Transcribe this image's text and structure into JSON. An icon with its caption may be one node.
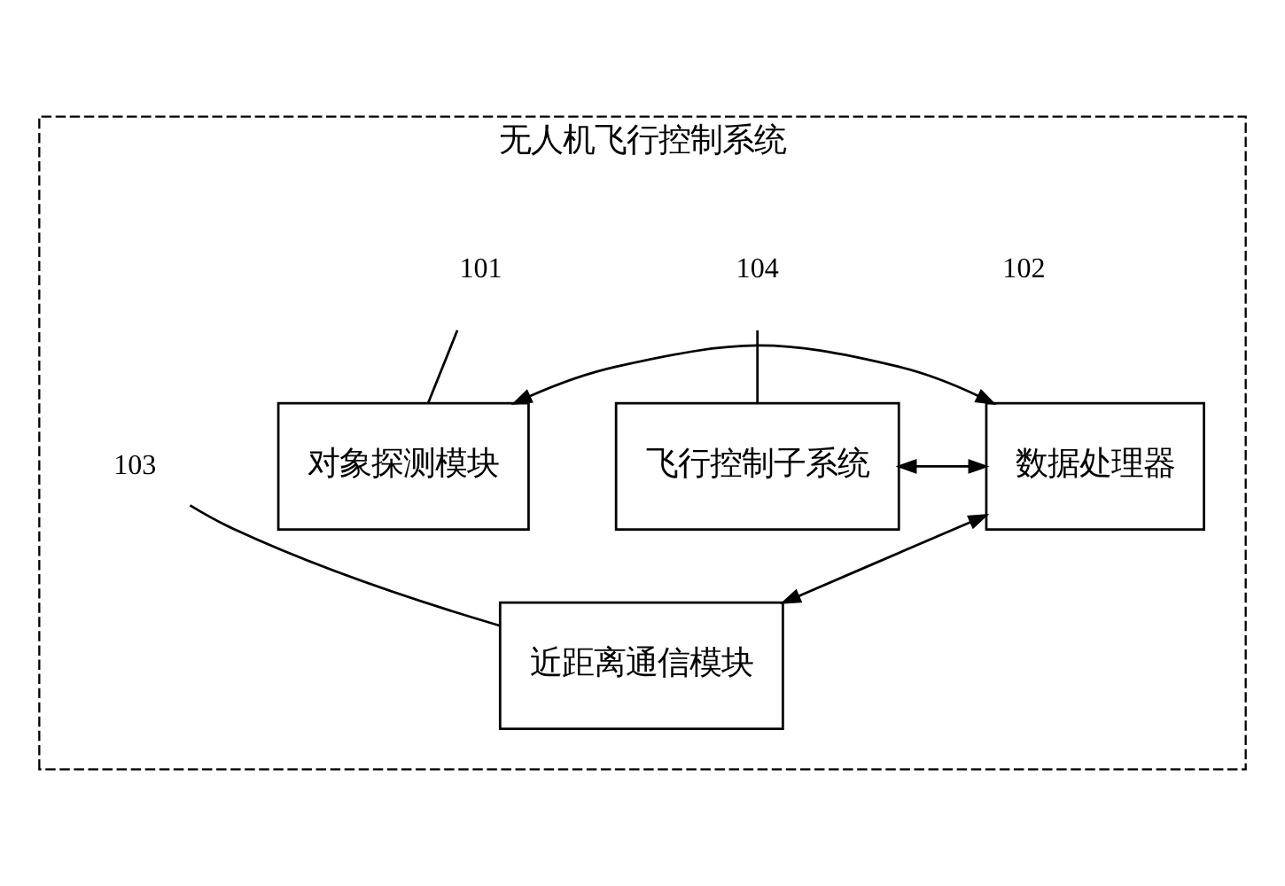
{
  "diagram": {
    "nodes": [
      {
        "text": [
          "无人机飞行控制系统"
        ]
      },
      {
        "text": [
          "101"
        ],
        "in": 0
      },
      {
        "text": [
          "对象探测模块"
        ],
        "in": 0
      },
      {
        "text": [
          "104"
        ],
        "in": 0
      },
      {
        "text": [
          "数据处理器"
        ],
        "in": 0
      },
      {
        "text": [
          "飞行控制子系统"
        ],
        "in": 0
      },
      {
        "text": [
          "103"
        ],
        "in": 0
      },
      {
        "text": [
          "近距离通信模块"
        ],
        "in": 0
      }
    ],
    "edges": [
      {
        "from": 1,
        "to": 2,
        "arrow": "none"
      },
      {
        "from": 3,
        "to": 5,
        "arrow": "none"
      },
      {
        "from": 6,
        "to": 7,
        "arrow": "none"
      },
      {
        "from": 2,
        "to": 4,
        "arrow": "both"
      },
      {
        "from": 4,
        "to": 5,
        "arrow": "both"
      },
      {
        "from": 4,
        "to": 7,
        "arrow": "both"
      }
    ],
    "labels": [
      "102"
    ]
  }
}
